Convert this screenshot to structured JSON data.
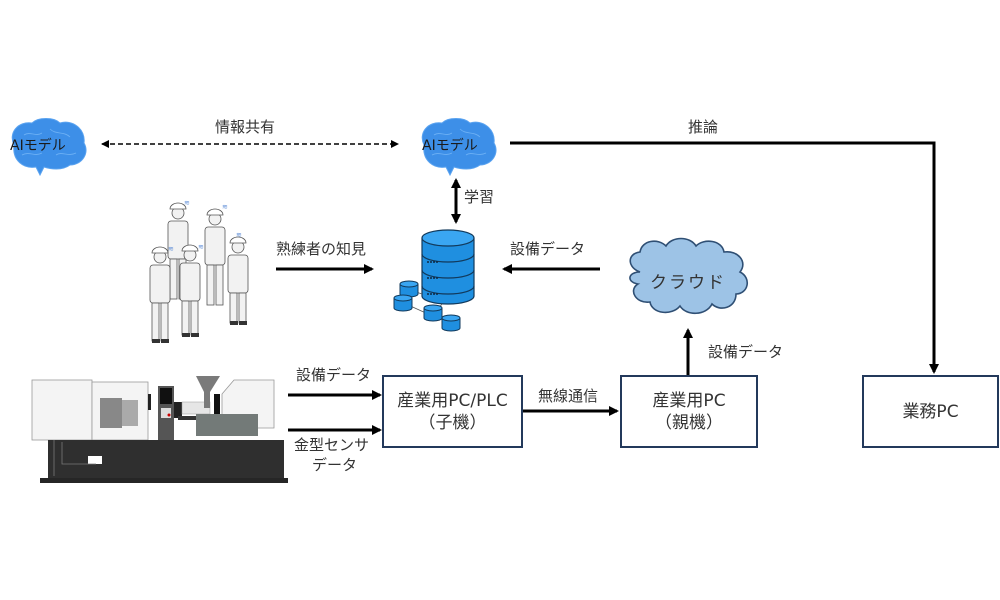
{
  "diagram": {
    "ai_model_left": {
      "label": "AIモデル"
    },
    "ai_model_right": {
      "label": "AIモデル"
    },
    "info_share_label": "情報共有",
    "inference_label": "推論",
    "learning_label": "学習",
    "expert_knowledge_label": "熟練者の知見",
    "equipment_data_cloud_to_db_label": "設備データ",
    "cloud": {
      "label": "クラウド"
    },
    "equipment_data_parent_to_cloud_label": "設備データ",
    "equipment_data_machine_label": "設備データ",
    "mold_sensor_data_label_line1": "金型センサ",
    "mold_sensor_data_label_line2": "データ",
    "wireless_label": "無線通信",
    "child_pc": {
      "line1": "産業用PC/PLC",
      "line2": "（子機）"
    },
    "parent_pc": {
      "line1": "産業用PC",
      "line2": "（親機）"
    },
    "business_pc": {
      "label": "業務PC"
    }
  },
  "colors": {
    "brain": "#3d8fe8",
    "box_border": "#23395b",
    "cloud_fill": "#9dc3e6",
    "cloud_stroke": "#2f4f74",
    "db_fill": "#1f8fe0",
    "arrow": "#000000"
  }
}
